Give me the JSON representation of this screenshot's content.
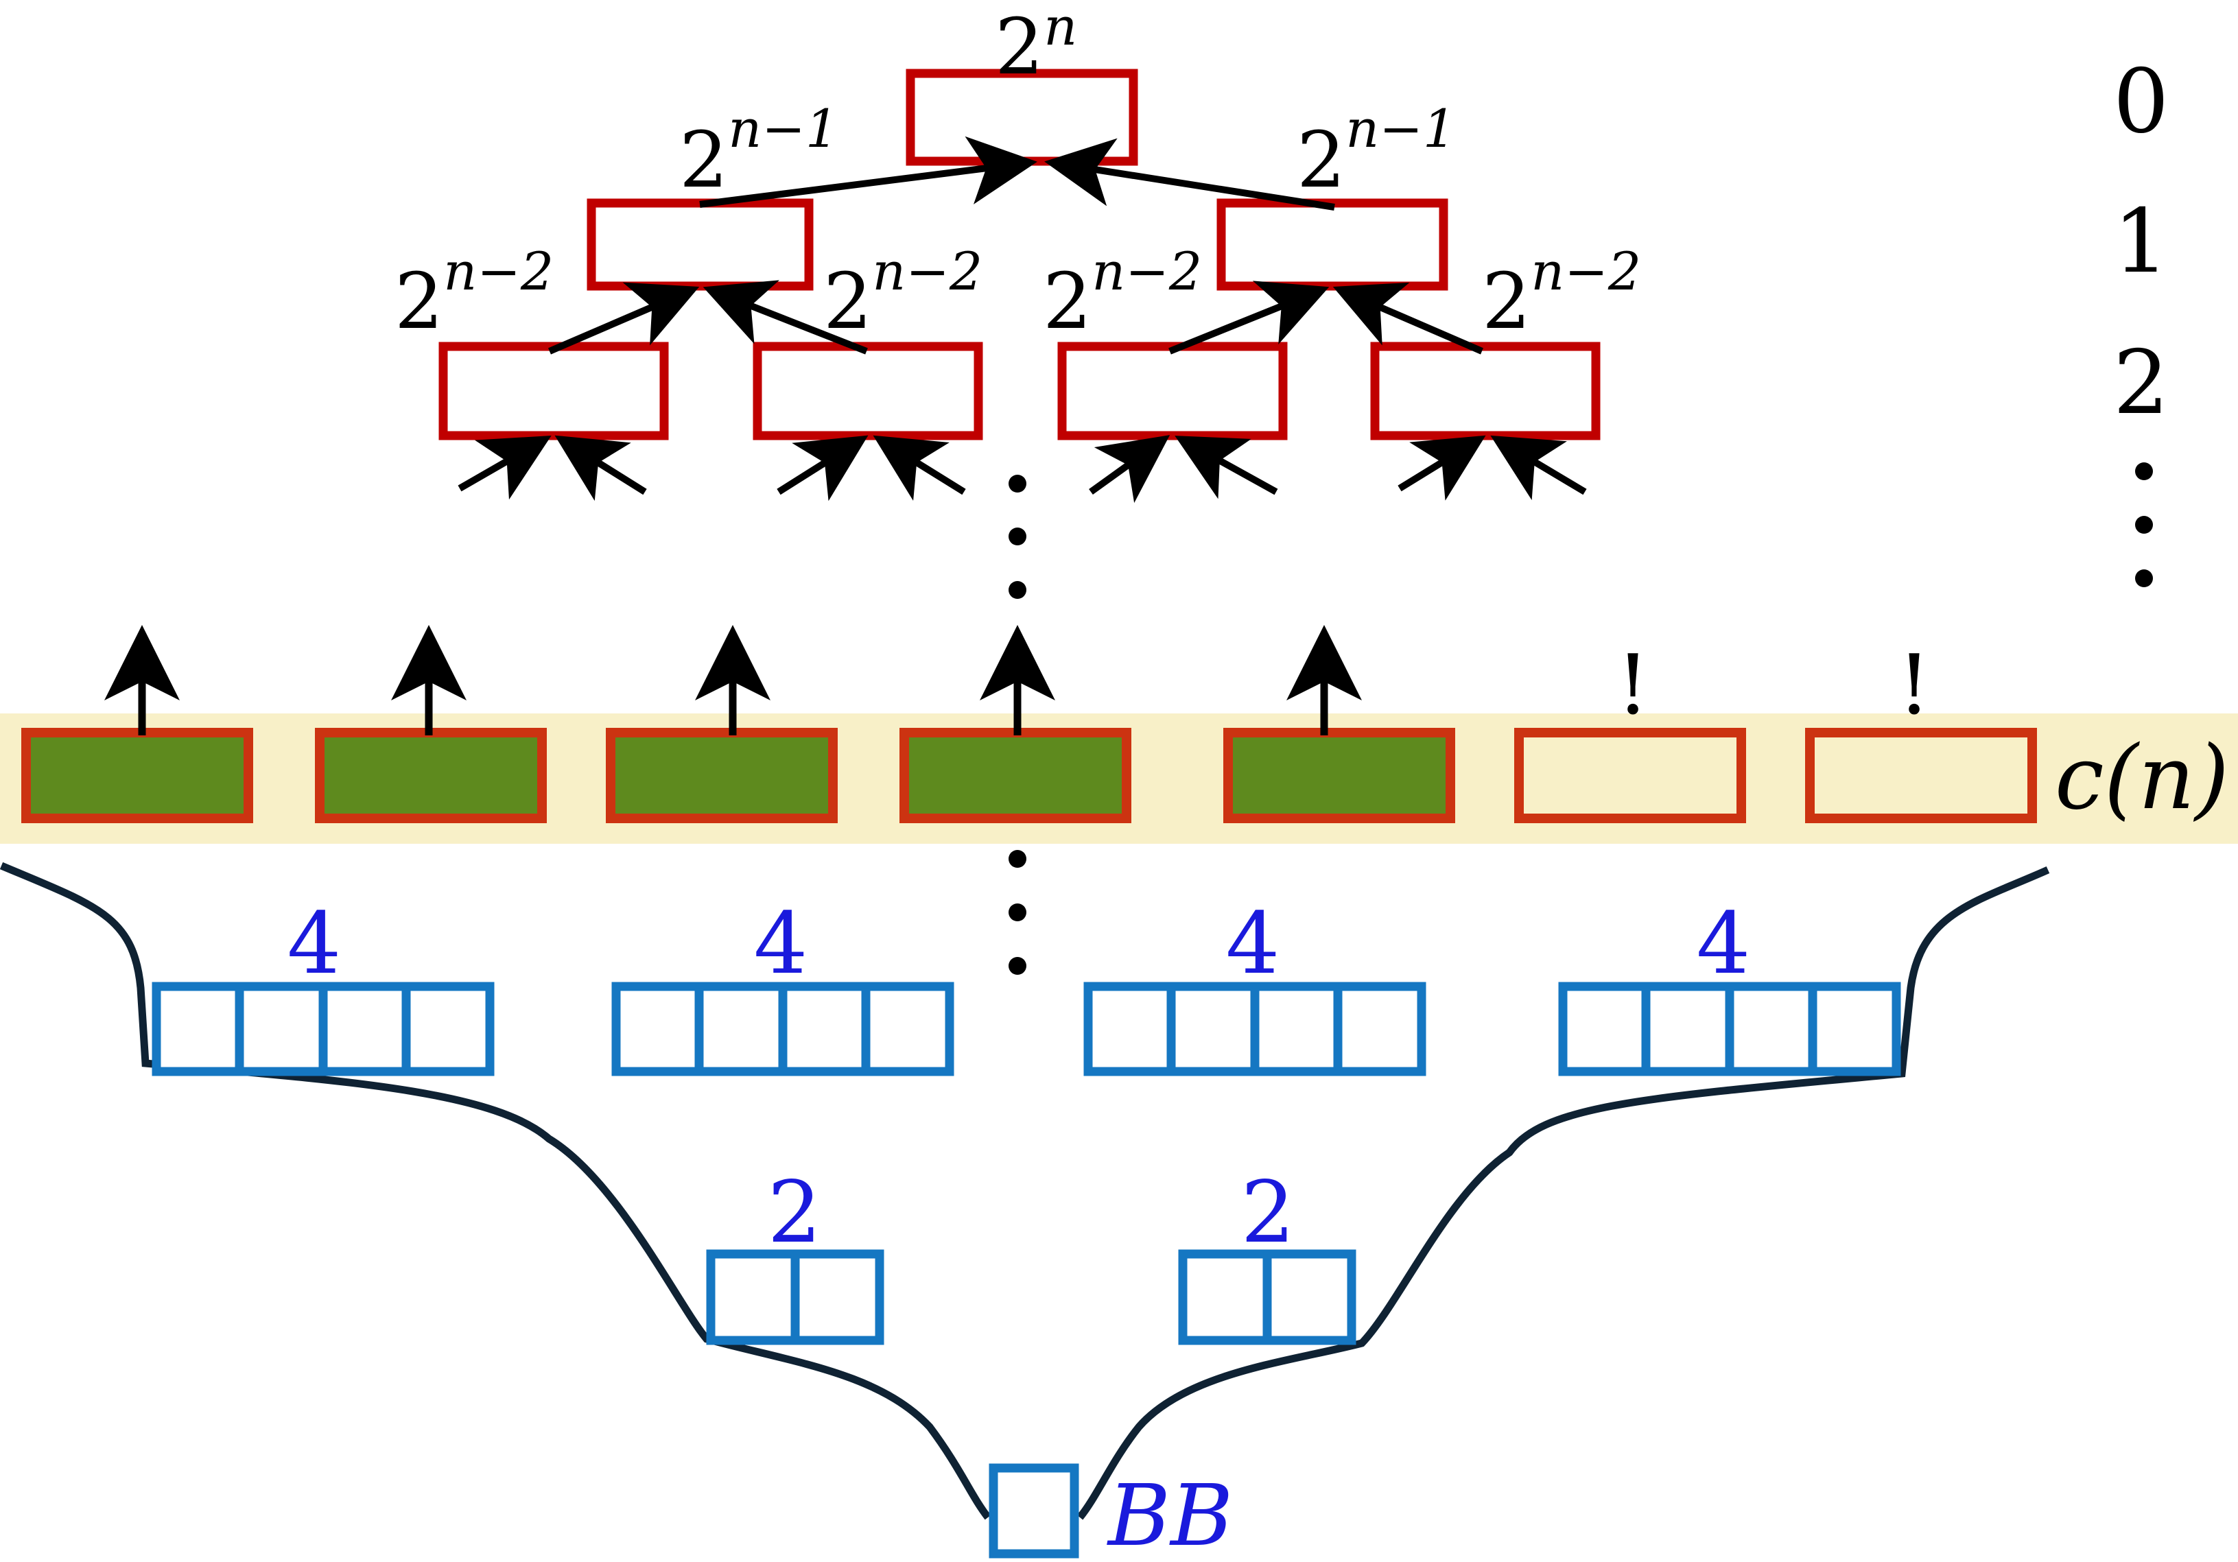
{
  "colors": {
    "red_box": "#c00000",
    "orange_box": "#cc3311",
    "green_fill": "#5e8a1e",
    "band": "#f8f0c8",
    "blue_box": "#1577c2",
    "blue_text": "#1a1adc",
    "curve": "#0f2233",
    "arrow": "#000000"
  },
  "tree": {
    "root": {
      "base": "2",
      "exp": "n"
    },
    "level1": [
      {
        "base": "2",
        "exp": "n−1"
      },
      {
        "base": "2",
        "exp": "n−1"
      }
    ],
    "level2": [
      {
        "base": "2",
        "exp": "n−2"
      },
      {
        "base": "2",
        "exp": "n−2"
      },
      {
        "base": "2",
        "exp": "n−2"
      },
      {
        "base": "2",
        "exp": "n−2"
      }
    ]
  },
  "levels": [
    "0",
    "1",
    "2"
  ],
  "cn_row": {
    "label": "c(n)",
    "boxes": [
      {
        "state": "filled",
        "marker": "arrow"
      },
      {
        "state": "filled",
        "marker": "arrow"
      },
      {
        "state": "filled",
        "marker": "arrow"
      },
      {
        "state": "filled",
        "marker": "arrow"
      },
      {
        "state": "filled",
        "marker": "arrow"
      },
      {
        "state": "empty",
        "marker": "!"
      },
      {
        "state": "empty",
        "marker": "!"
      }
    ]
  },
  "blue_rows": {
    "four_label": "4",
    "two_label": "2",
    "bb_label": "BB"
  }
}
